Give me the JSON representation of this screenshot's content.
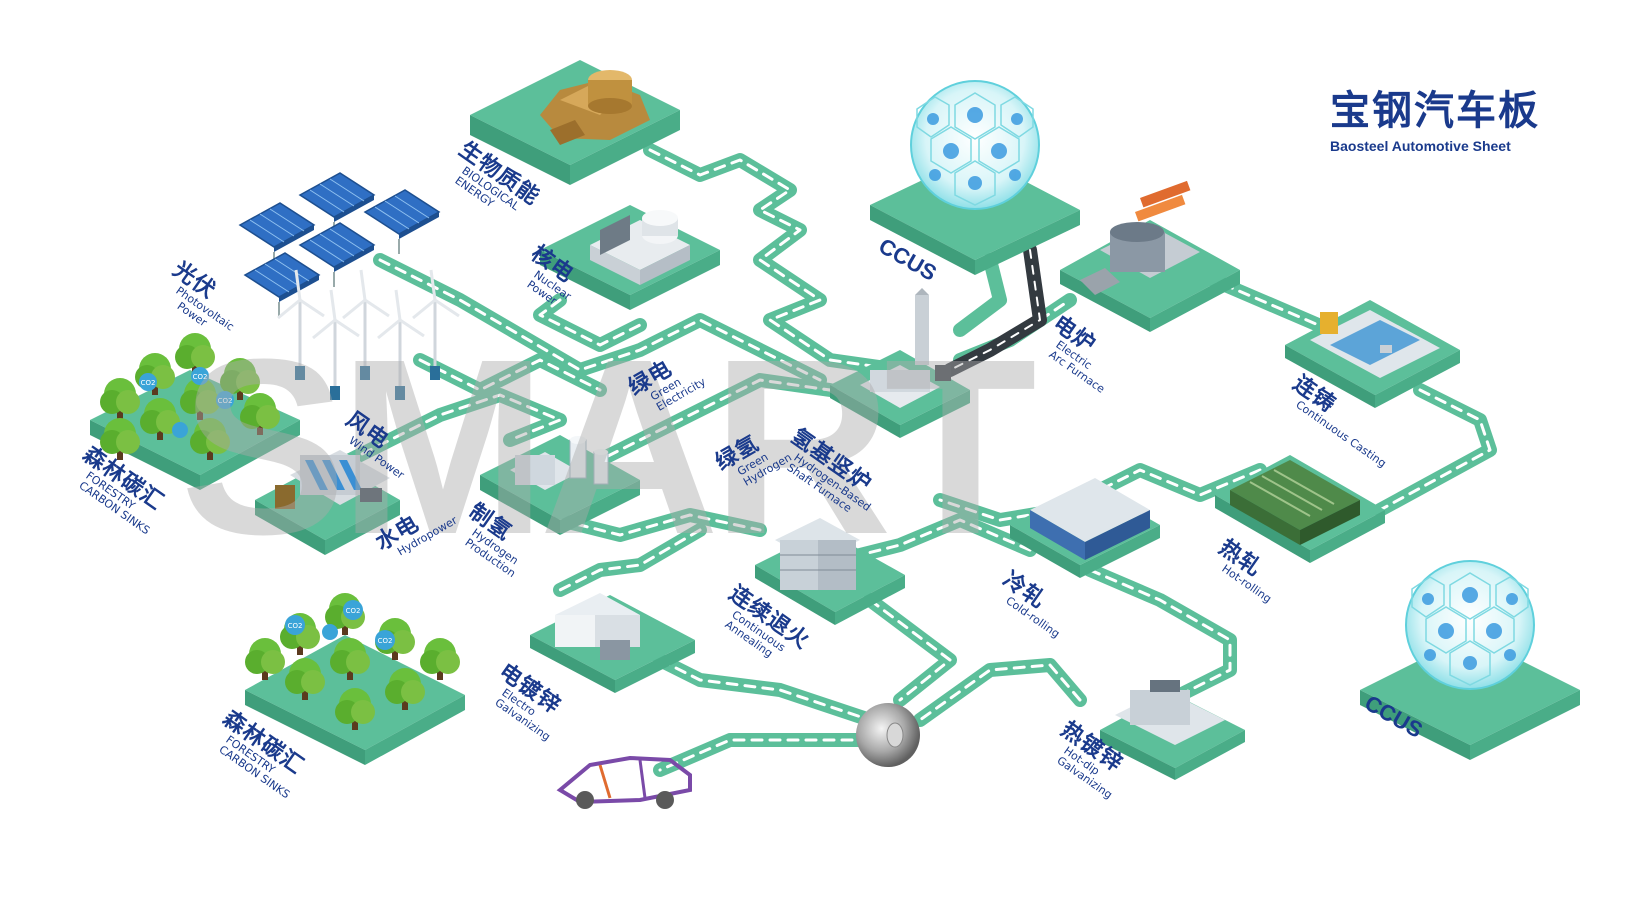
{
  "brand": {
    "title_zh": "宝钢汽车板",
    "title_en": "Baosteel Automotive Sheet"
  },
  "watermark": "SMART",
  "colors": {
    "platform": "#5cbf9a",
    "path": "#5cbf9a",
    "path_inner": "#ffffff",
    "label": "#1a3a8c",
    "tree": "#7bc043"
  },
  "nodes": {
    "pv": {
      "zh": "光伏",
      "en1": "Photovoltaic",
      "en2": "Power"
    },
    "bio": {
      "zh": "生物质能",
      "en1": "BIOLOGICAL",
      "en2": "ENERGY"
    },
    "nuclear": {
      "zh": "核电",
      "en1": "Nuclear",
      "en2": "Power"
    },
    "wind": {
      "zh": "风电",
      "en1": "Wind Power"
    },
    "forest1": {
      "zh": "森林碳汇",
      "en1": "FORESTRY",
      "en2": "CARBON SINKS"
    },
    "hydro": {
      "zh": "水电",
      "en1": "Hydropower"
    },
    "green_elec": {
      "zh": "绿电",
      "en1": "Green",
      "en2": "Electricity"
    },
    "green_h2": {
      "zh": "绿氢",
      "en1": "Green",
      "en2": "Hydrogen"
    },
    "h2_prod": {
      "zh": "制氢",
      "en1": "Hydrogen",
      "en2": "Production"
    },
    "shaft": {
      "zh": "氢基竖炉",
      "en1": "Hydrogen-Based",
      "en2": "Shaft Furnace"
    },
    "eaf": {
      "zh": "电炉",
      "en1": "Electric",
      "en2": "Arc Furnace"
    },
    "casting": {
      "zh": "连铸",
      "en1": "Continuous Casting"
    },
    "hot_roll": {
      "zh": "热轧",
      "en1": "Hot-rolling"
    },
    "cold_roll": {
      "zh": "冷轧",
      "en1": "Cold-rolling"
    },
    "annealing": {
      "zh": "连续退火",
      "en1": "Continuous",
      "en2": "Annealing"
    },
    "electro": {
      "zh": "电镀锌",
      "en1": "Electro",
      "en2": "Galvanizing"
    },
    "forest2": {
      "zh": "森林碳汇",
      "en1": "FORESTRY",
      "en2": "CARBON SINKS"
    },
    "hot_dip": {
      "zh": "热镀锌",
      "en1": "Hot-dip",
      "en2": "Galvanizing"
    },
    "ccus1": {
      "label": "CCUS"
    },
    "ccus2": {
      "label": "CCUS"
    }
  },
  "co2_label": "CO2"
}
